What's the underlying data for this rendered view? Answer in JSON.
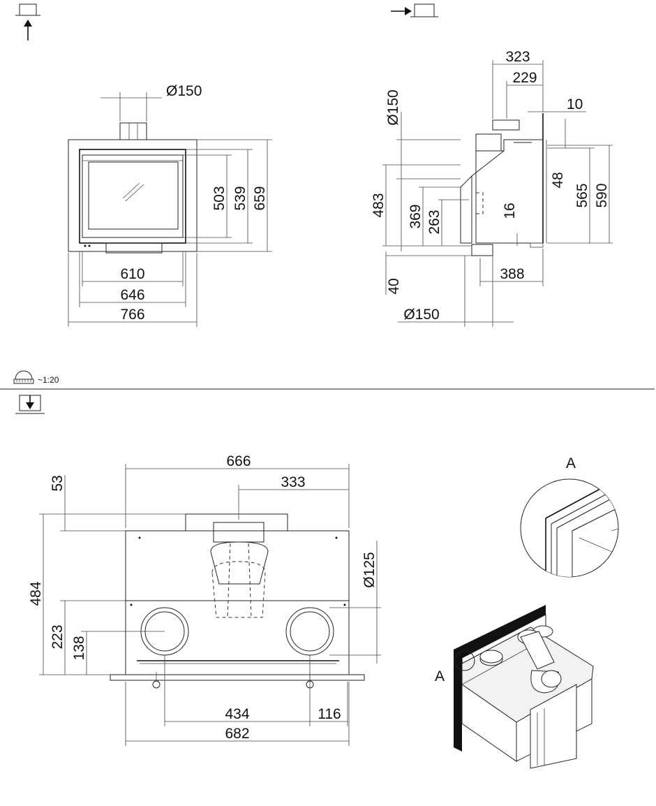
{
  "scale": "~1:20",
  "front_view": {
    "icon": "front-view-icon",
    "dims": {
      "flue_diameter": "Ø150",
      "w1": "610",
      "w2": "646",
      "w3": "766",
      "h1": "503",
      "h2": "539",
      "h3": "659"
    }
  },
  "side_view": {
    "icon": "side-view-icon",
    "dims": {
      "top_depth": "323",
      "top_inner": "229",
      "lip": "10",
      "flue_diameter_vertical": "Ø150",
      "h_483": "483",
      "h_369": "369",
      "h_263": "263",
      "h_16": "16",
      "h_48": "48",
      "h_565": "565",
      "h_590": "590",
      "bottom_40": "40",
      "depth_388": "388",
      "flue_diameter_bottom": "Ø150"
    }
  },
  "bottom_view": {
    "icon": "top-view-icon",
    "dims": {
      "w_666": "666",
      "w_333": "333",
      "h_53": "53",
      "h_484": "484",
      "h_223": "223",
      "h_138": "138",
      "inlet_diameter": "Ø125",
      "spacing_434": "434",
      "offset_116": "116",
      "w_682": "682"
    }
  },
  "detail": {
    "label": "A",
    "callout": "A"
  }
}
